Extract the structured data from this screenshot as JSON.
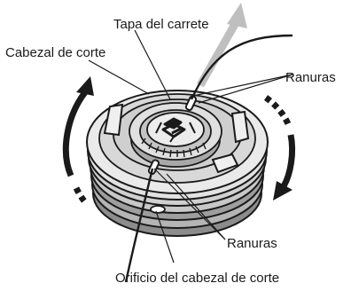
{
  "labels": {
    "spool_cap": "Tapa del carrete",
    "cutting_head": "Cabezal de corte",
    "slots_top": "Ranuras",
    "slots_bottom": "Ranuras",
    "head_hole": "Orificio del cabezal de corte"
  },
  "colors": {
    "line": "#1a1a1a",
    "body_light": "#d4d4d4",
    "body_mid": "#9a9a9a",
    "arrow_gray": "#bfbfbf"
  },
  "icons": {
    "rotation_arrows": "curved-arrow-icon",
    "pull_arrow": "straight-arrow-icon"
  }
}
